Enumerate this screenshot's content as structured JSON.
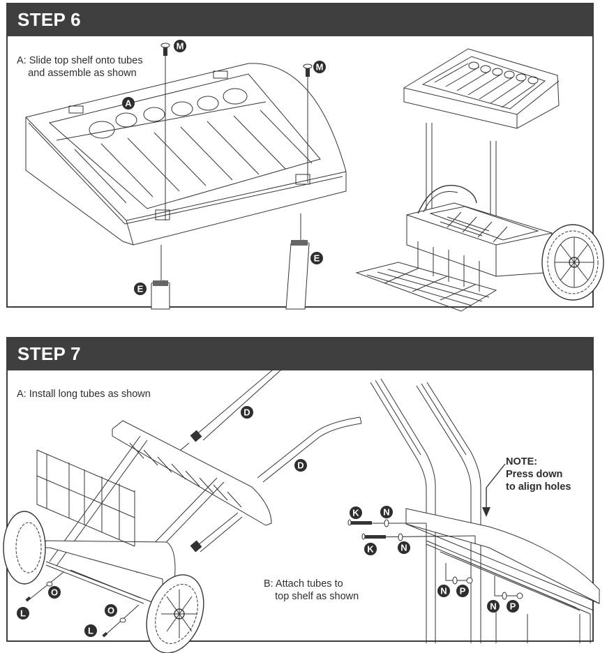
{
  "steps": [
    {
      "title": "STEP 6",
      "instructions": [
        {
          "id": "A",
          "text": "A: Slide top shelf onto tubes\n    and assemble as shown"
        }
      ],
      "part_labels": [
        "M",
        "M",
        "A",
        "E",
        "E"
      ]
    },
    {
      "title": "STEP 7",
      "instructions": [
        {
          "id": "A",
          "text": "A: Install long tubes as shown"
        },
        {
          "id": "B",
          "text": "B: Attach tubes to\n    top shelf as shown"
        }
      ],
      "note": "NOTE:\nPress down\nto align holes",
      "part_labels": [
        "D",
        "D",
        "K",
        "N",
        "K",
        "N",
        "N",
        "P",
        "N",
        "P",
        "O",
        "L",
        "O",
        "L"
      ]
    }
  ],
  "colors": {
    "header_bg": "#3f3f3f",
    "header_text": "#ffffff",
    "badge": "#2e2e2e",
    "line": "#333333"
  }
}
